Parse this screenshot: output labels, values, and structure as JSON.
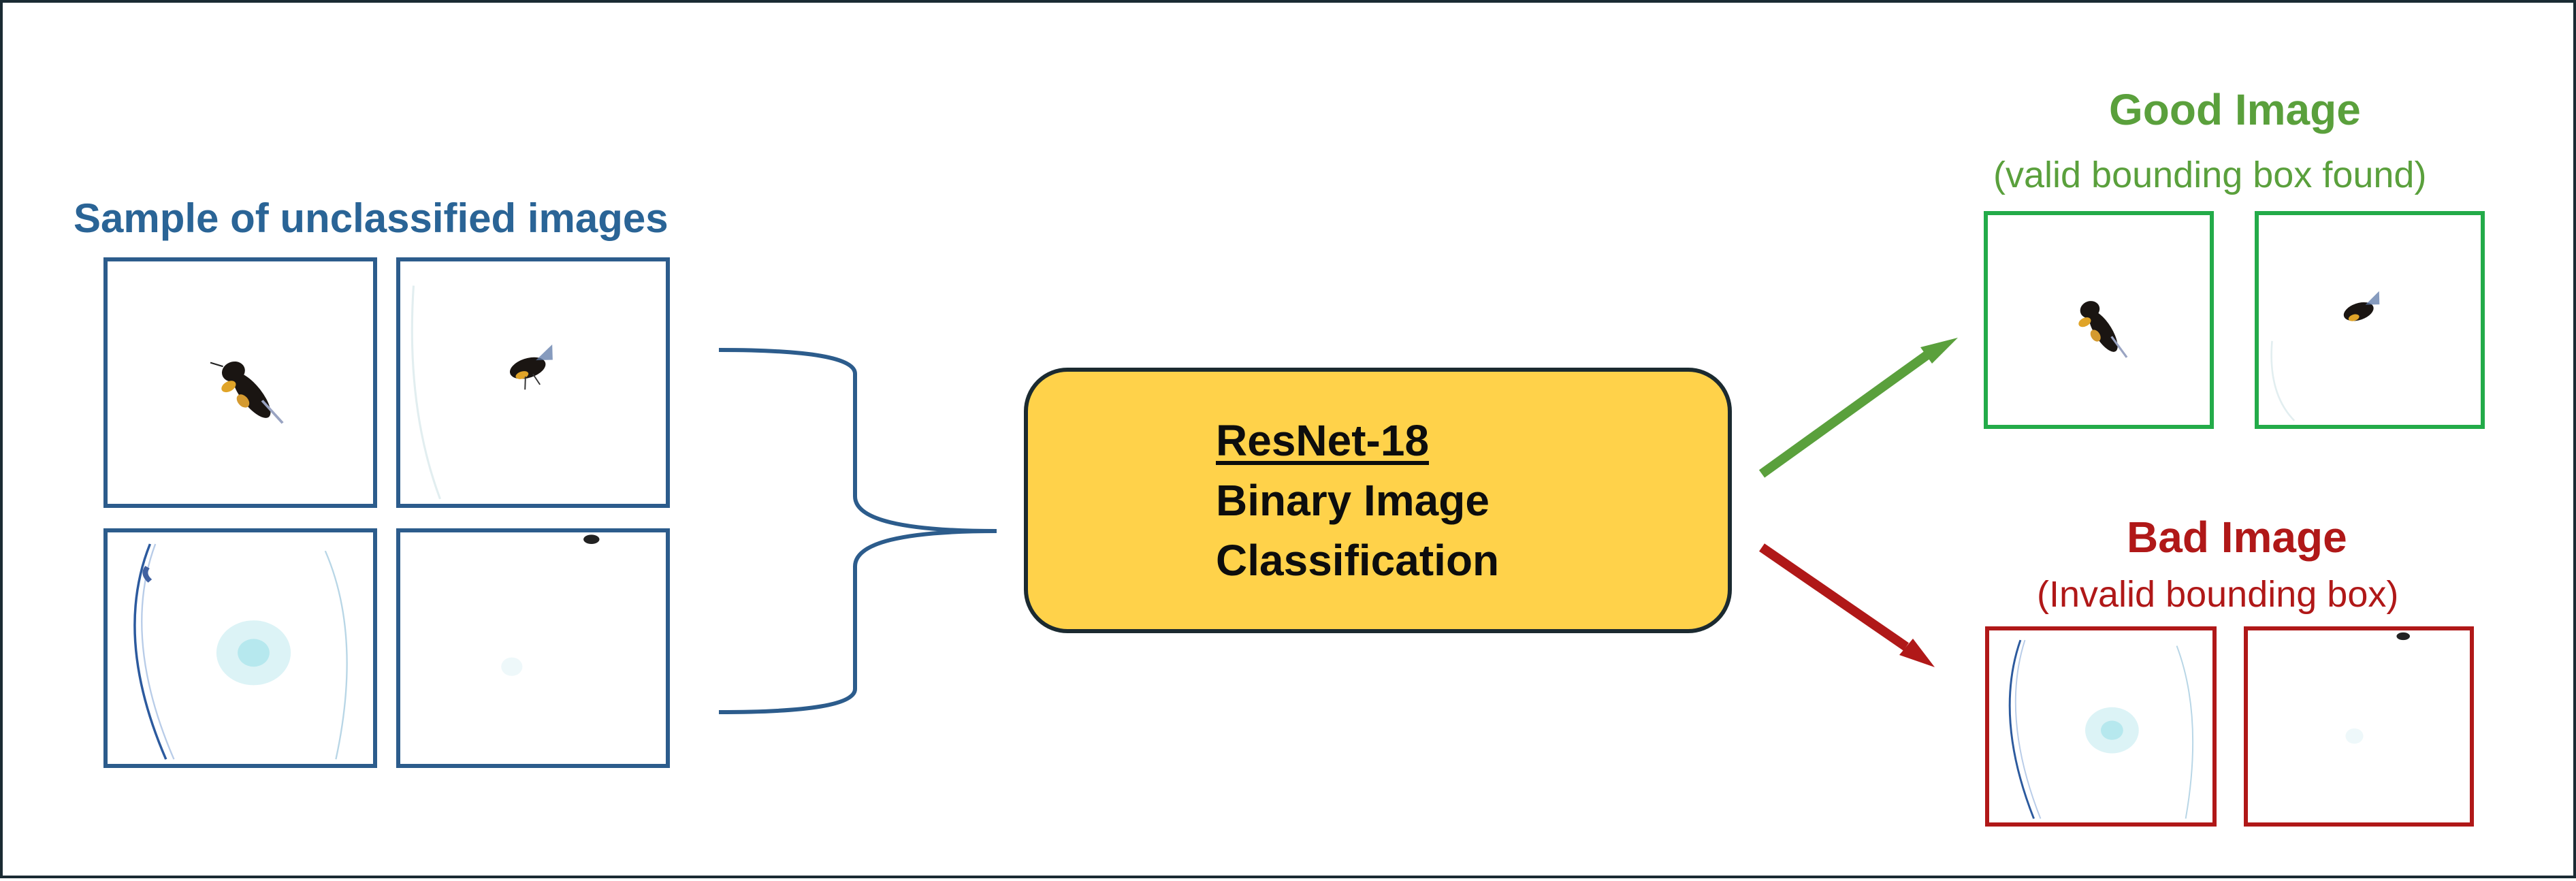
{
  "input": {
    "title": "Sample of unclassified images"
  },
  "classifier": {
    "model": "ResNet-18",
    "task_line1": "Binary Image",
    "task_line2": "Classification"
  },
  "outputs": {
    "good": {
      "title": "Good Image",
      "subtitle": "(valid bounding box found)",
      "color": "#5aa03c",
      "frame_color": "#23ab49"
    },
    "bad": {
      "title": "Bad Image",
      "subtitle": "(Invalid bounding box)",
      "color": "#b01818",
      "frame_color": "#b01818"
    }
  },
  "colors": {
    "input_frame": "#2c5c8c",
    "classifier_fill": "#ffd24a",
    "brace": "#2c5c8c"
  }
}
